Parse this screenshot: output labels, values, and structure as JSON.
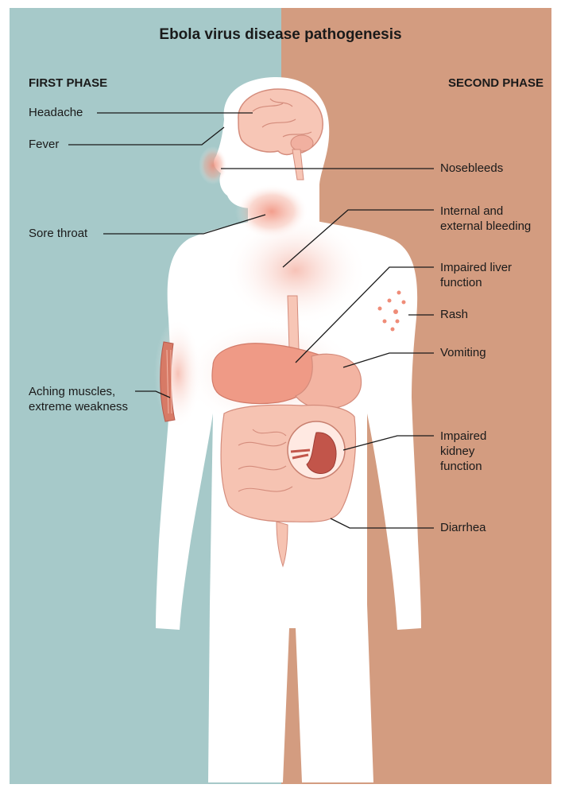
{
  "title": "Ebola virus disease pathogenesis",
  "phases": {
    "first": "FIRST PHASE",
    "second": "SECOND PHASE"
  },
  "symptoms_first_phase": {
    "headache": "Headache",
    "fever": "Fever",
    "sore_throat": "Sore throat",
    "aching_muscles_line1": "Aching muscles,",
    "aching_muscles_line2": "extreme weakness"
  },
  "symptoms_second_phase": {
    "nosebleeds": "Nosebleeds",
    "bleeding_line1": "Internal and",
    "bleeding_line2": "external bleeding",
    "liver_line1": "Impaired liver",
    "liver_line2": "function",
    "rash": "Rash",
    "vomiting": "Vomiting",
    "kidney_line1": "Impaired",
    "kidney_line2": "kidney",
    "kidney_line3": "function",
    "diarrhea": "Diarrhea"
  },
  "colors": {
    "first_phase_bg": "#a6c9c9",
    "second_phase_bg": "#d39c80",
    "body": "#ffffff",
    "inflammation": "#f2a08e",
    "organ": "#f0a890",
    "organ_dark": "#c2554a"
  }
}
